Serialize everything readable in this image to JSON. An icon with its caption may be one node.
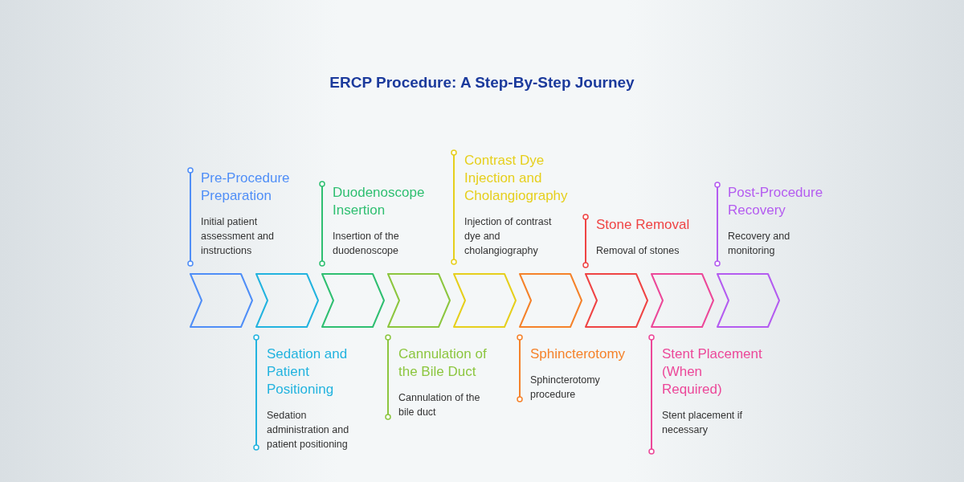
{
  "diagram": {
    "title": "ERCP Procedure: A Step-By-Step Journey",
    "nodes": [
      {
        "text": [
          "Pre-Procedure Preparation",
          "Initial patient assessment and instructions"
        ]
      },
      {
        "text": [
          "Sedation and Patient Positioning",
          "Sedation administration and patient positioning"
        ]
      },
      {
        "text": [
          "Duodenoscope Insertion",
          "Insertion of the duodenoscope"
        ]
      },
      {
        "text": [
          "Cannulation of the Bile Duct",
          "Cannulation of the bile duct"
        ]
      },
      {
        "text": [
          "Contrast Dye Injection and Cholangiography",
          "Injection of contrast dye and cholangiography"
        ]
      },
      {
        "text": [
          "Sphincterotomy",
          "Sphincterotomy procedure"
        ]
      },
      {
        "text": [
          "Stone Removal",
          "Removal of stones"
        ]
      },
      {
        "text": [
          "Stent Placement (When Required)",
          "Stent placement if necessary"
        ]
      },
      {
        "text": [
          "Post-Procedure Recovery",
          "Recovery and monitoring"
        ]
      }
    ]
  }
}
